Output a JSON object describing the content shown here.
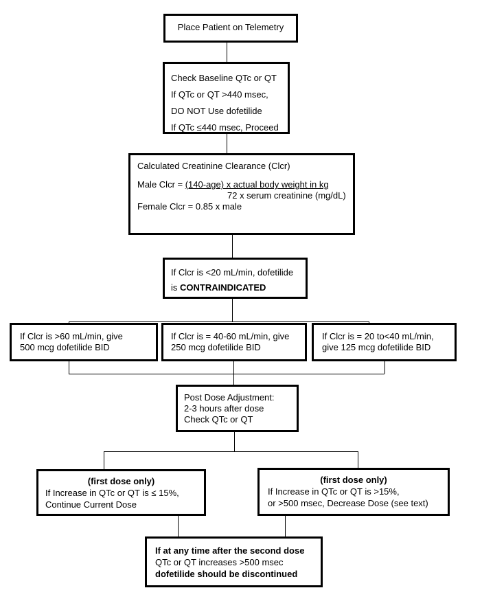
{
  "box1": {
    "text": "Place Patient on Telemetry"
  },
  "box2": {
    "line1": "Check Baseline QTc or QT",
    "line2": "If QTc or QT >440 msec,",
    "line3": "DO NOT Use dofetilide",
    "line4": "If QTc ≤440 msec, Proceed"
  },
  "box3": {
    "title": "Calculated Creatinine Clearance (Clcr)",
    "male_prefix": "Male Clcr = ",
    "numerator": "(140-age) x actual body weight in kg",
    "denominator": "72 x serum creatinine (mg/dL)",
    "female": "Female Clcr = 0.85 x male"
  },
  "box4": {
    "line1": "If Clcr is <20 mL/min, dofetilide",
    "line2_prefix": "is ",
    "line2_bold": "CONTRAINDICATED"
  },
  "dose_left": {
    "line1": "If Clcr is >60 mL/min, give",
    "line2": "500 mcg dofetilide BID"
  },
  "dose_mid": {
    "line1": "If Clcr is = 40-60 mL/min, give",
    "line2": "250 mcg dofetilide BID"
  },
  "dose_right": {
    "line1": "If Clcr is = 20 to<40 mL/min,",
    "line2": "give 125 mcg dofetilide BID"
  },
  "post": {
    "line1": "Post Dose Adjustment:",
    "line2": "2-3 hours after dose",
    "line3": "Check QTc or QT"
  },
  "first_left": {
    "heading": "(first dose only)",
    "line1": "If Increase in QTc or QT is ≤ 15%,",
    "line2": "Continue Current Dose"
  },
  "first_right": {
    "heading": "(first dose only)",
    "line1": "If Increase in QTc or QT is >15%,",
    "line2": "or >500 msec, Decrease Dose (see text)"
  },
  "final": {
    "line1": "If at any time after the second dose",
    "line2": "QTc or QT increases >500 msec",
    "line3": "dofetilide should be discontinued"
  }
}
